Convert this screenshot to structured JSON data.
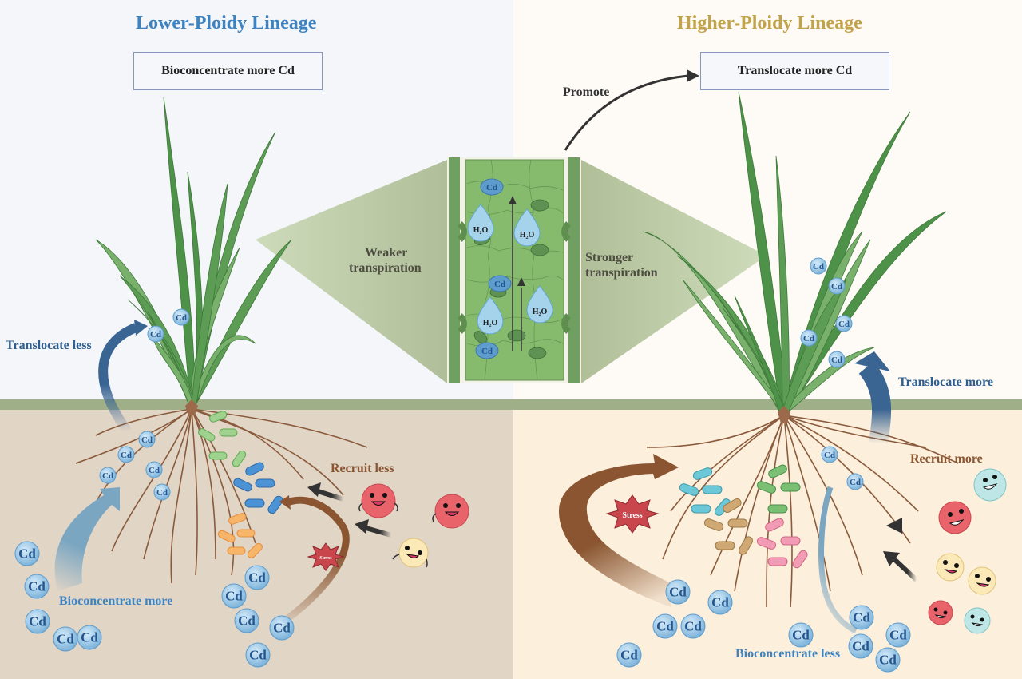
{
  "figure": {
    "left_panel": {
      "title": "Lower-Ploidy Lineage",
      "summary_box": "Bioconcentrate more Cd",
      "shoot_label": "Translocate less",
      "soil_uptake_label": "Bioconcentrate more",
      "microbe_label": "Recruit less",
      "stress_badge": "Stress",
      "transpiration_label_line1": "Weaker",
      "transpiration_label_line2": "transpiration"
    },
    "right_panel": {
      "title": "Higher-Ploidy Lineage",
      "summary_box": "Translocate more Cd",
      "promote_label": "Promote",
      "shoot_label": "Translocate more",
      "soil_uptake_label": "Bioconcentrate less",
      "microbe_label": "Recruit more",
      "stress_badge": "Stress",
      "transpiration_label_line1": "Stronger",
      "transpiration_label_line2": "transpiration"
    },
    "leaf_inset": {
      "ion_label": "Cd",
      "water_label": "H₂O"
    },
    "ion_label": "Cd",
    "colors": {
      "left_title": "#3f82c0",
      "right_title": "#c2a24a",
      "sky_left": "#f4f6f9",
      "sky_right": "#fefbf6",
      "ground_line": "#9fb088",
      "soil_left": "#e1d5c6",
      "soil_right": "#fcefdc",
      "root": "#8a5a3c",
      "leaf": "#4f9a4f",
      "cd_ion": "#8fc3e6",
      "stress": "#c9464c"
    }
  }
}
